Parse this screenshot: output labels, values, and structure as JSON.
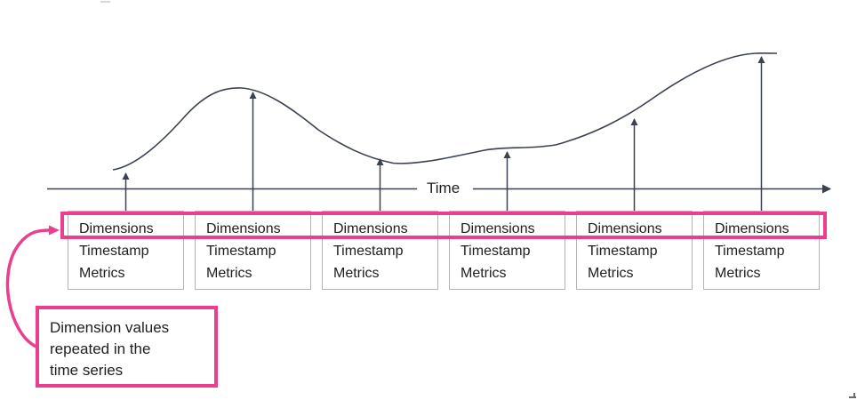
{
  "axis": {
    "label": "Time"
  },
  "records": [
    {
      "dimensions": "Dimensions",
      "timestamp": "Timestamp",
      "metrics": "Metrics"
    },
    {
      "dimensions": "Dimensions",
      "timestamp": "Timestamp",
      "metrics": "Metrics"
    },
    {
      "dimensions": "Dimensions",
      "timestamp": "Timestamp",
      "metrics": "Metrics"
    },
    {
      "dimensions": "Dimensions",
      "timestamp": "Timestamp",
      "metrics": "Metrics"
    },
    {
      "dimensions": "Dimensions",
      "timestamp": "Timestamp",
      "metrics": "Metrics"
    },
    {
      "dimensions": "Dimensions",
      "timestamp": "Timestamp",
      "metrics": "Metrics"
    }
  ],
  "callout": {
    "text": "Dimension values\nrepeated in the\ntime series"
  },
  "colors": {
    "accent_pink": "#EC3E8E",
    "line_dark": "#3A4150",
    "box_border": "#B3B3B9",
    "text_dark": "#202020"
  }
}
